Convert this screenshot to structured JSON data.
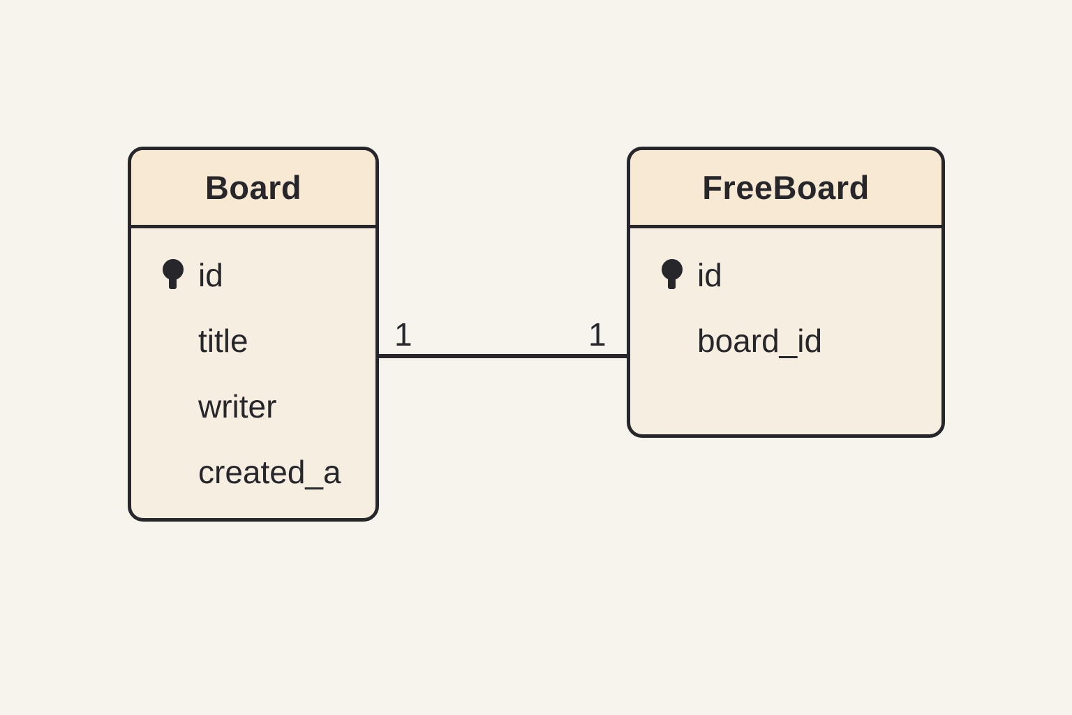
{
  "diagram": {
    "kind": "entity-relationship",
    "entities": [
      {
        "title": "Board",
        "fields": [
          {
            "name": "id",
            "primary_key": true
          },
          {
            "name": "title",
            "primary_key": false
          },
          {
            "name": "writer",
            "primary_key": false
          },
          {
            "name": "created_a",
            "primary_key": false
          }
        ]
      },
      {
        "title": "FreeBoard",
        "fields": [
          {
            "name": "id",
            "primary_key": true
          },
          {
            "name": "board_id",
            "primary_key": false
          }
        ]
      }
    ],
    "relationship": {
      "from_entity": "Board",
      "to_entity": "FreeBoard",
      "from_cardinality": "1",
      "to_cardinality": "1"
    },
    "colors": {
      "background": "#f7f4ed",
      "entity_header_fill": "#f8e9d2",
      "entity_body_fill": "#f6efe1",
      "stroke_and_text": "#26262b"
    }
  }
}
